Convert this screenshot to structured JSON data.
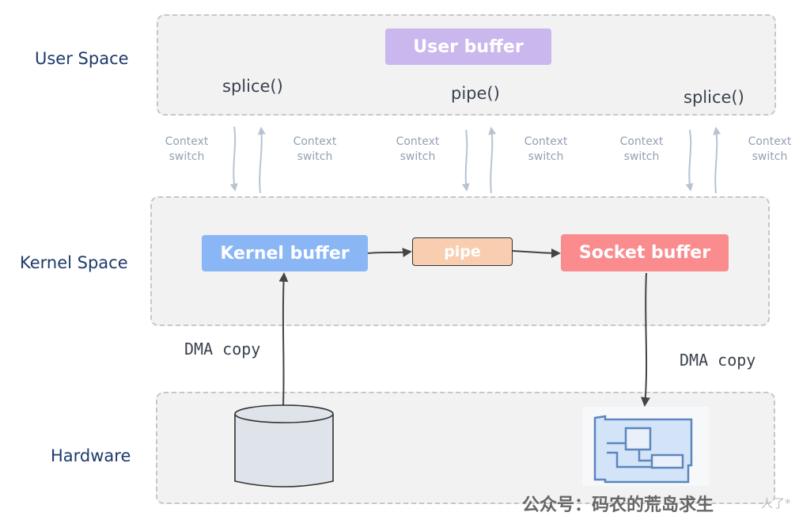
{
  "layers": {
    "user": {
      "label": "User Space"
    },
    "kernel": {
      "label": "Kernel Space"
    },
    "hardware": {
      "label": "Hardware"
    }
  },
  "user_buffer": {
    "label": "User buffer",
    "color": "#c9b7ee"
  },
  "calls": {
    "splice_left": "splice()",
    "pipe": "pipe()",
    "splice_right": "splice()"
  },
  "context_switch": {
    "line1": "Context",
    "line2": "switch"
  },
  "kernel_boxes": {
    "kernel_buffer": {
      "label": "Kernel buffer",
      "color": "#8ab6f6"
    },
    "pipe": {
      "label": "pipe",
      "color": "#f8cdb0"
    },
    "socket_buffer": {
      "label": "Socket buffer",
      "color": "#fa8c8e"
    }
  },
  "dma": {
    "left": "DMA copy",
    "right": "DMA copy"
  },
  "hardware": {
    "disk_icon": "disk-icon",
    "nic_icon": "network-card-icon"
  },
  "watermark": {
    "text": "公众号：码农的荒岛求生",
    "suffix": "人了*"
  }
}
